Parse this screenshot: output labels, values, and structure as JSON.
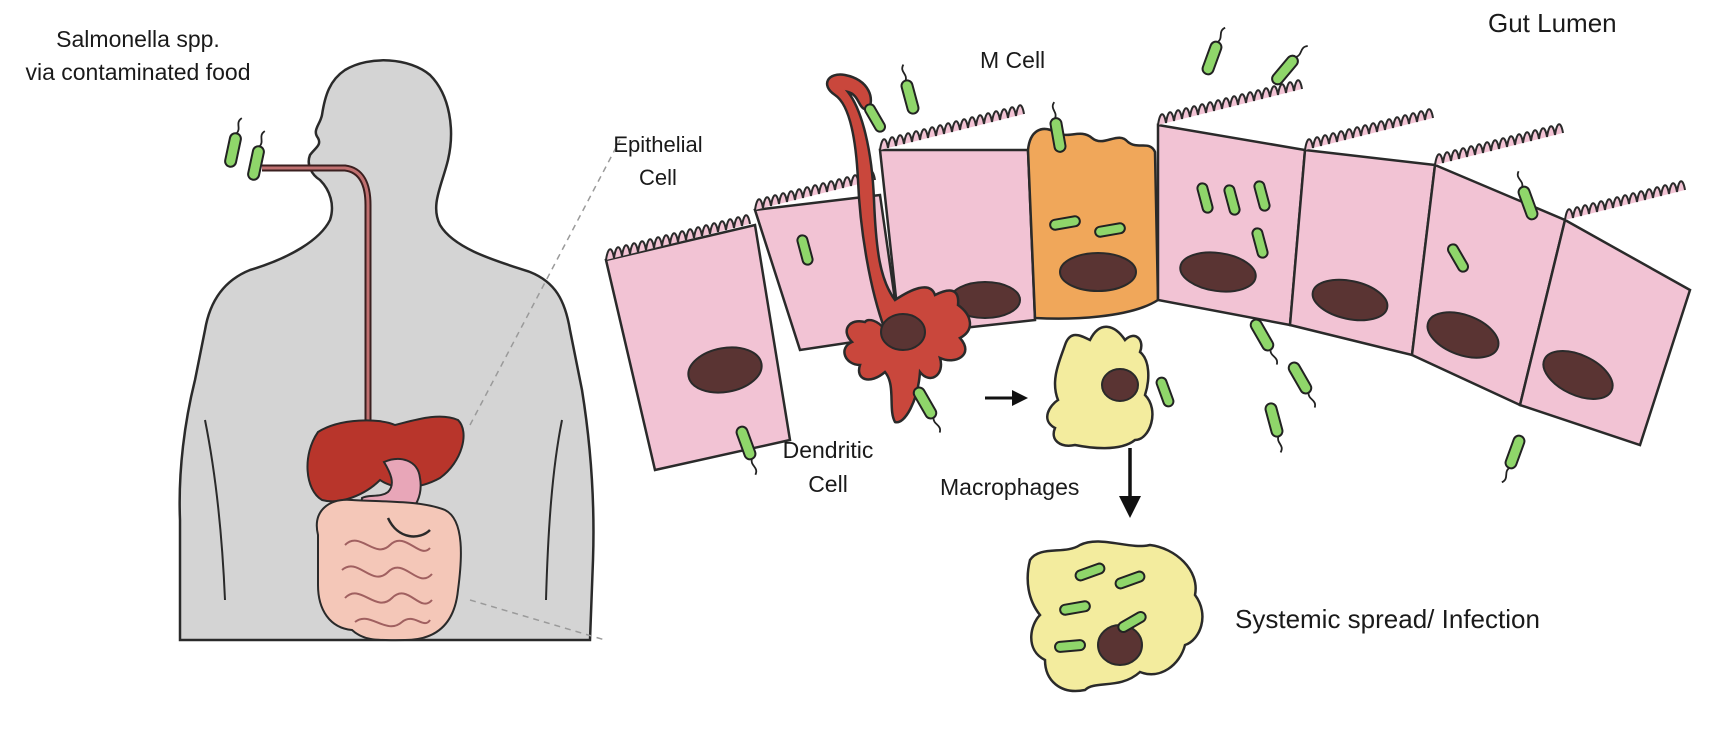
{
  "labels": {
    "salmonella_line1": "Salmonella spp.",
    "salmonella_line2": "via contaminated food",
    "gut_lumen": "Gut Lumen",
    "m_cell": "M Cell",
    "epithelial_line1": "Epithelial",
    "epithelial_line2": "Cell",
    "dendritic_line1": "Dendritic",
    "dendritic_line2": "Cell",
    "macrophages": "Macrophages",
    "systemic": "Systemic spread/ Infection"
  },
  "colors": {
    "body": "#d4d4d4",
    "epithelial": "#f2c3d4",
    "m_cell": "#f0a75a",
    "dendritic": "#c9473c",
    "macrophage": "#f3ec9e",
    "nucleus": "#5a3433",
    "bacteria": "#8fd66a",
    "liver": "#b8352b",
    "intestine": "#f4c7b8"
  }
}
